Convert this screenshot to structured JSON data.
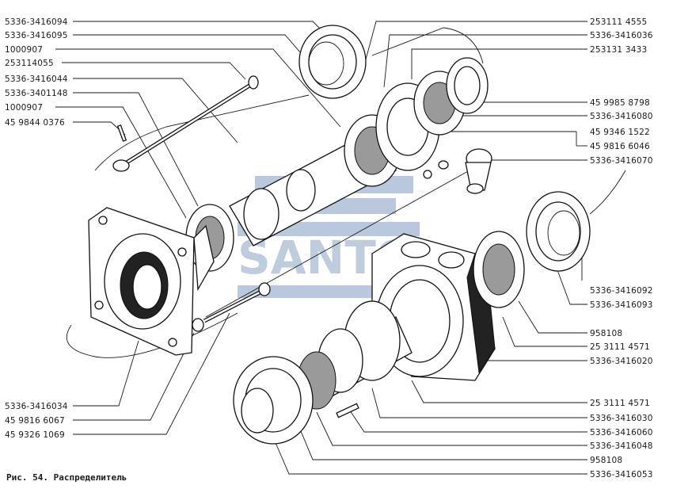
{
  "left_labels": [
    {
      "text": "5336-3416094"
    },
    {
      "text": "5336-3416095"
    },
    {
      "text": "1000907"
    },
    {
      "text": "253114055"
    },
    {
      "text": "5336-3416044"
    },
    {
      "text": "5336-3401148"
    },
    {
      "text": "1000907"
    },
    {
      "text": "45 9844 0376"
    }
  ],
  "left_bottom_labels": [
    {
      "text": "5336-3416034"
    },
    {
      "text": "45 9816 6067"
    },
    {
      "text": "45 9326 1069"
    }
  ],
  "right_top_labels": [
    {
      "text": "253111 4555"
    },
    {
      "text": "5336-3416036"
    },
    {
      "text": "253131 3433"
    },
    {
      "text": "45 9985 8798"
    },
    {
      "text": "5336-3416080"
    },
    {
      "text": "45 9346 1522"
    },
    {
      "text": "45 9816 6046"
    },
    {
      "text": "5336-3416070"
    }
  ],
  "right_mid_labels": [
    {
      "text": "5336-3416092"
    },
    {
      "text": "5336-3416093"
    },
    {
      "text": "958108"
    },
    {
      "text": "25 3111 4571"
    },
    {
      "text": "5336-3416020"
    }
  ],
  "right_bottom_labels": [
    {
      "text": "25 3111 4571"
    },
    {
      "text": "5336-3416030"
    },
    {
      "text": "5336-3416060"
    },
    {
      "text": "5336-3416048"
    },
    {
      "text": "958108"
    },
    {
      "text": "5336-3416053"
    }
  ],
  "caption": "Рис. 54. Распределитель",
  "watermark": "SANTO"
}
